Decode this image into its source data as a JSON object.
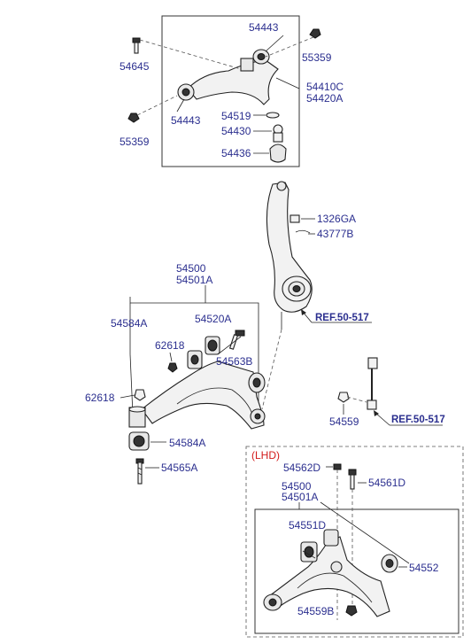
{
  "labels": {
    "upper_top_54443": "54443",
    "bolt_54645": "54645",
    "nut_55359_top": "55359",
    "arm_54410C": "54410C",
    "arm_54420A": "54420A",
    "bushing_54443_left": "54443",
    "nut_55359_left": "55359",
    "clip_54519": "54519",
    "ball_joint_54430": "54430",
    "boot_54436": "54436",
    "nut_1326GA": "1326GA",
    "pin_43777B": "43777B",
    "lower_54500": "54500",
    "lower_54501A": "54501A",
    "bracket_54584A": "54584A",
    "bushing_54520A": "54520A",
    "nut_62618_upper": "62618",
    "bolt_54563B": "54563B",
    "nut_62618_lower": "62618",
    "bushing_54584A_lower": "54584A",
    "bolt_54565A": "54565A",
    "link_54559": "54559",
    "lhd_54562D": "54562D",
    "lhd_54561D": "54561D",
    "lhd_54500": "54500",
    "lhd_54501A": "54501A",
    "lhd_54551D": "54551D",
    "lhd_54552": "54552",
    "lhd_54559B": "54559B"
  },
  "refs": {
    "knuckle_ref": "REF.50-517",
    "link_ref": "REF.50-517"
  },
  "lhd_title": "(LHD)",
  "colors": {
    "label": "#2b2f8f",
    "lhd": "#d21b1b",
    "line": "#222222"
  }
}
